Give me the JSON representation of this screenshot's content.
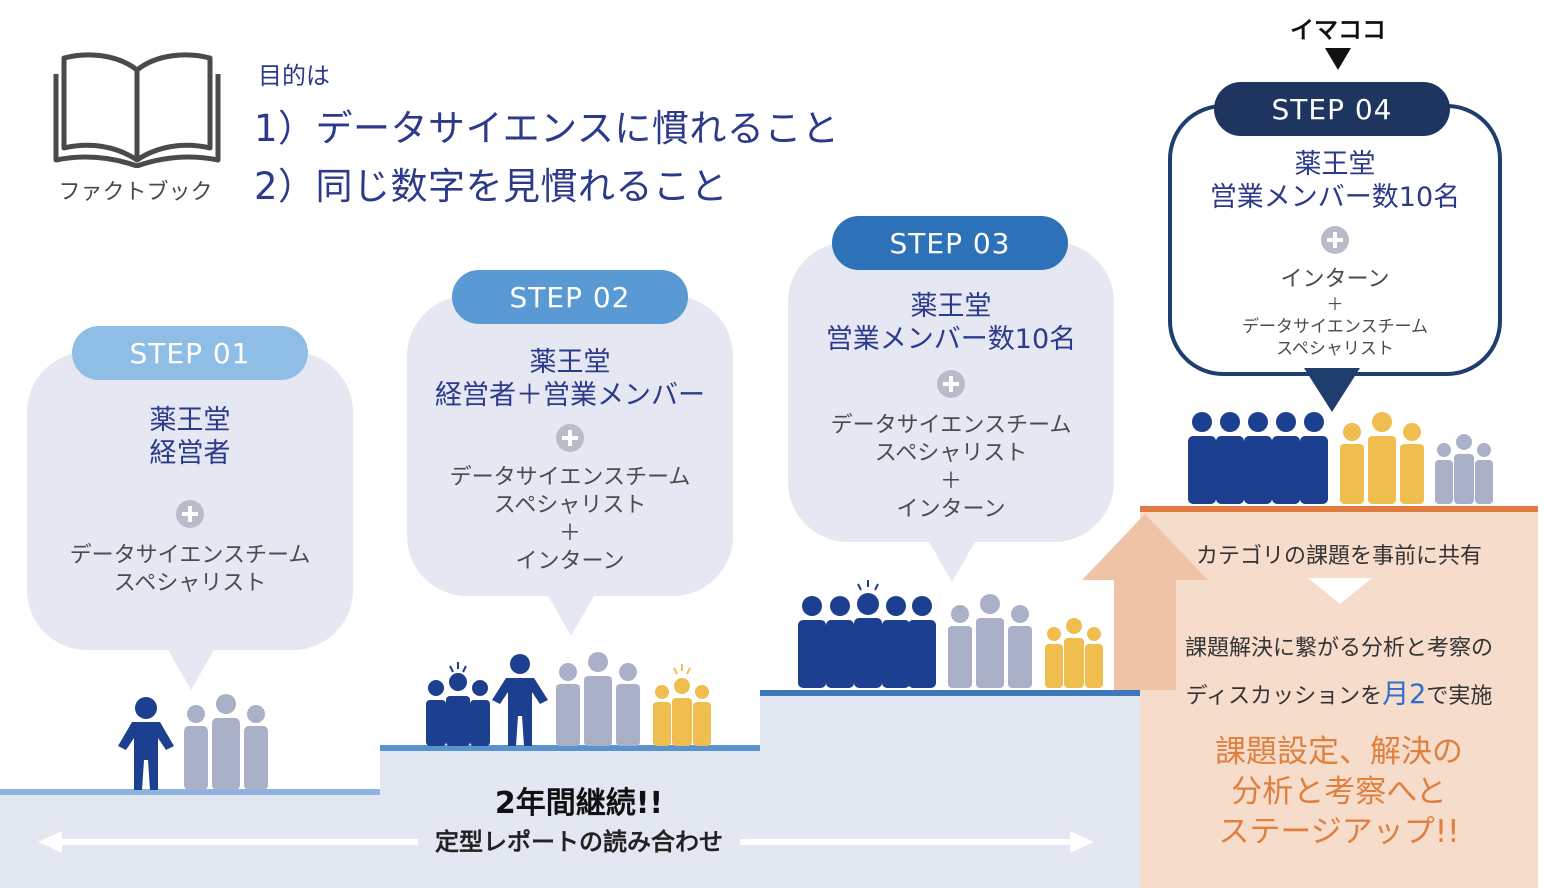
{
  "book": {
    "label": "ファクトブック",
    "icon": "open-book-icon"
  },
  "purpose": {
    "intro": "目的は",
    "line1": "1）データサイエンスに慣れること",
    "line2": "2）同じ数字を見慣れること"
  },
  "here_marker": {
    "label": "イマココ",
    "icon": "down-triangle-icon"
  },
  "steps": [
    {
      "label": "STEP 01",
      "title": "薬王堂\n経営者",
      "body": "データサイエンスチーム\nスペシャリスト",
      "pill_color": "#8ebde6"
    },
    {
      "label": "STEP 02",
      "title": "薬王堂\n経営者＋営業メンバー",
      "body": "データサイエンスチーム\nスペシャリスト\n＋\nインターン",
      "pill_color": "#5a9ad4"
    },
    {
      "label": "STEP 03",
      "title": "薬王堂\n営業メンバー数10名",
      "body": "データサイエンスチーム\nスペシャリスト\n＋\nインターン",
      "pill_color": "#2d72b8"
    },
    {
      "label": "STEP 04",
      "title": "薬王堂\n営業メンバー数10名",
      "body_main": "インターン",
      "body_small": "＋\nデータサイエンスチーム\nスペシャリスト",
      "pill_color": "#1e3560"
    }
  ],
  "bottom": {
    "continue": "2年間継続!!",
    "routine": "定型レポートの読み合わせ"
  },
  "panel": {
    "share": "カテゴリの課題を事前に共有",
    "discussion_line1": "課題解決に繋がる分析と考察の",
    "discussion_line2_prefix": "ディスカッションを",
    "discussion_highlight": "月2",
    "discussion_line2_suffix": "で実施",
    "stageup": "課題設定、解決の\n分析と考察へと\nステージアップ!!"
  },
  "colors": {
    "navy": "#1c3f8f",
    "gray_person": "#a9b0c8",
    "yellow_person": "#f0bd4f",
    "orange": "#e07a40",
    "orange_text": "#e0803f",
    "highlight_blue": "#2e6ccf"
  }
}
